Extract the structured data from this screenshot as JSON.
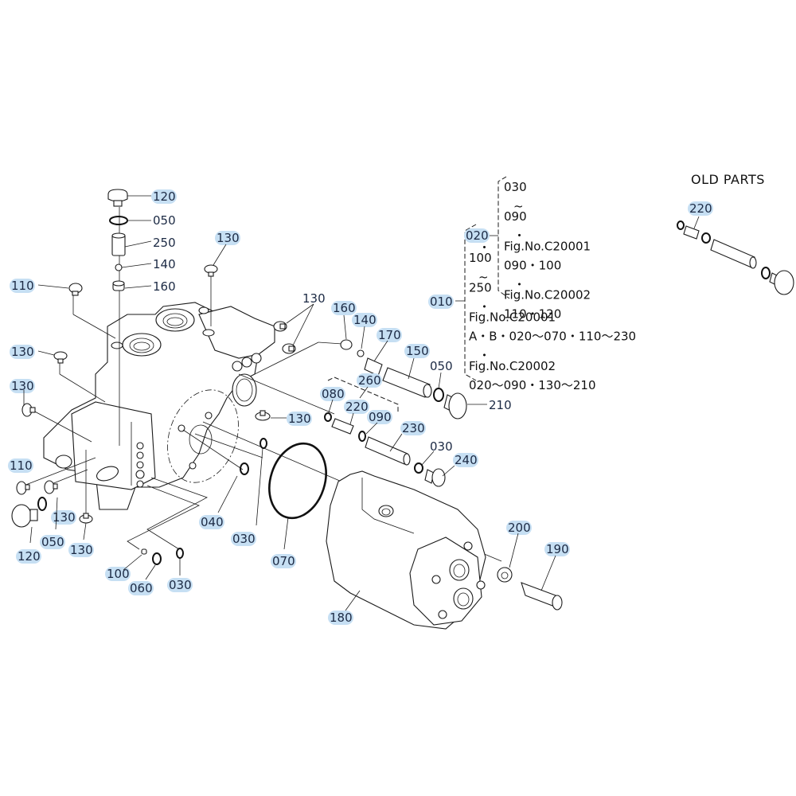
{
  "diagram": {
    "highlight_color": "#c6dff3",
    "text_color": "#1c2a44",
    "old_parts": {
      "title": "OLD PARTS",
      "callout": "220"
    },
    "callouts": [
      {
        "id": "c120a",
        "text": "120",
        "highlighted": true
      },
      {
        "id": "c050a",
        "text": "050",
        "highlighted": false
      },
      {
        "id": "c250a",
        "text": "250",
        "highlighted": false
      },
      {
        "id": "c140a",
        "text": "140",
        "highlighted": false
      },
      {
        "id": "c160a",
        "text": "160",
        "highlighted": false
      },
      {
        "id": "c110a",
        "text": "110",
        "highlighted": true
      },
      {
        "id": "c130a",
        "text": "130",
        "highlighted": true
      },
      {
        "id": "c130b",
        "text": "130",
        "highlighted": true
      },
      {
        "id": "c130c",
        "text": "130",
        "highlighted": false
      },
      {
        "id": "c130d",
        "text": "130",
        "highlighted": true
      },
      {
        "id": "c160b",
        "text": "160",
        "highlighted": true
      },
      {
        "id": "c140b",
        "text": "140",
        "highlighted": true
      },
      {
        "id": "c170",
        "text": "170",
        "highlighted": true
      },
      {
        "id": "c150",
        "text": "150",
        "highlighted": true
      },
      {
        "id": "c050b",
        "text": "050",
        "highlighted": false
      },
      {
        "id": "c210",
        "text": "210",
        "highlighted": false
      },
      {
        "id": "c260",
        "text": "260",
        "highlighted": true
      },
      {
        "id": "c080",
        "text": "080",
        "highlighted": true
      },
      {
        "id": "c220",
        "text": "220",
        "highlighted": true
      },
      {
        "id": "c090",
        "text": "090",
        "highlighted": true
      },
      {
        "id": "c130e",
        "text": "130",
        "highlighted": true
      },
      {
        "id": "c230",
        "text": "230",
        "highlighted": true
      },
      {
        "id": "c030a",
        "text": "030",
        "highlighted": false
      },
      {
        "id": "c240",
        "text": "240",
        "highlighted": true
      },
      {
        "id": "c110b",
        "text": "110",
        "highlighted": true
      },
      {
        "id": "c130f",
        "text": "130",
        "highlighted": true
      },
      {
        "id": "c120b",
        "text": "120",
        "highlighted": true
      },
      {
        "id": "c050c",
        "text": "050",
        "highlighted": true
      },
      {
        "id": "c130g",
        "text": "130",
        "highlighted": true
      },
      {
        "id": "c040",
        "text": "040",
        "highlighted": true
      },
      {
        "id": "c030b",
        "text": "030",
        "highlighted": true
      },
      {
        "id": "c070",
        "text": "070",
        "highlighted": true
      },
      {
        "id": "c100",
        "text": "100",
        "highlighted": true
      },
      {
        "id": "c060",
        "text": "060",
        "highlighted": true
      },
      {
        "id": "c030c",
        "text": "030",
        "highlighted": true
      },
      {
        "id": "c180",
        "text": "180",
        "highlighted": true
      },
      {
        "id": "c200",
        "text": "200",
        "highlighted": true
      },
      {
        "id": "c190",
        "text": "190",
        "highlighted": true
      }
    ],
    "assembly_note": {
      "outer_callout": "010",
      "inner_callout": "020",
      "inner_bracket_lines": [
        "030",
        "~",
        "090",
        "・",
        "Fig.No.C20001",
        "090・100",
        "・",
        "Fig.No.C20002",
        "110・120"
      ],
      "outer_bracket_lines": [
        "・",
        "100",
        "~",
        "250",
        "・",
        "Fig.No.C20001",
        "A・B・020～070・110～230",
        "・",
        "Fig.No.C20002",
        "020～090・130～210"
      ]
    }
  }
}
